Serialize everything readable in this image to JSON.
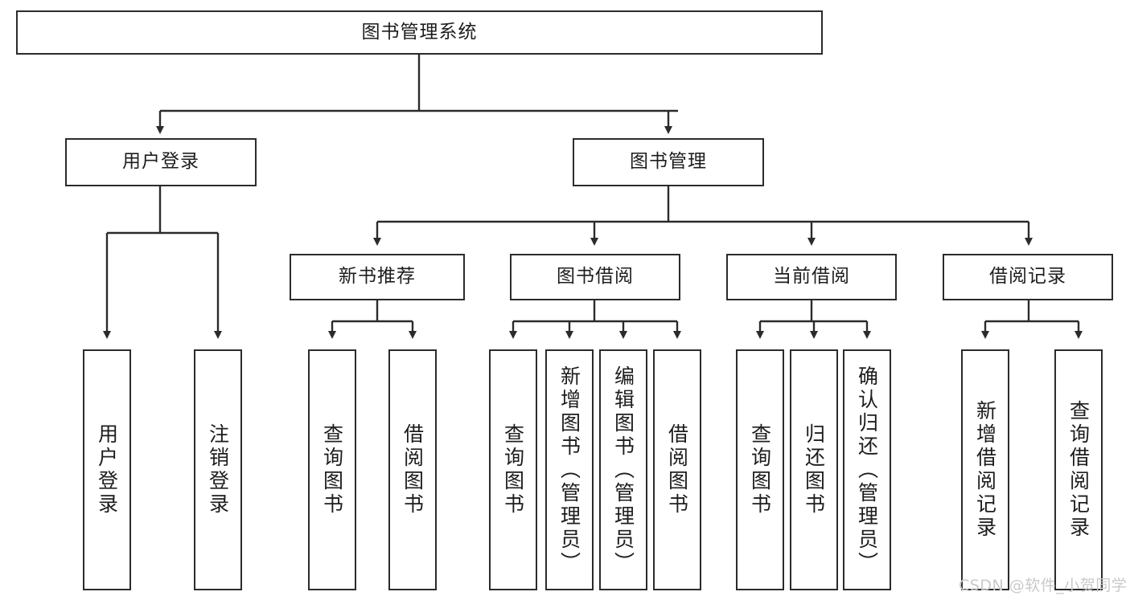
{
  "diagram": {
    "title": "图书管理系统",
    "type": "functional-structure-tree",
    "root": {
      "label": "图书管理系统"
    },
    "level2": [
      {
        "label": "用户登录"
      },
      {
        "label": "图书管理"
      }
    ],
    "level3": [
      {
        "label": "新书推荐"
      },
      {
        "label": "图书借阅"
      },
      {
        "label": "当前借阅"
      },
      {
        "label": "借阅记录"
      }
    ],
    "leaves": {
      "user_login": [
        {
          "label": "用户登录"
        },
        {
          "label": "注销登录"
        }
      ],
      "new_book_recommend": [
        {
          "label": "查询图书"
        },
        {
          "label": "借阅图书"
        }
      ],
      "book_borrow": [
        {
          "label": "查询图书"
        },
        {
          "label": "新增图书（管理员）"
        },
        {
          "label": "编辑图书（管理员）"
        },
        {
          "label": "借阅图书"
        }
      ],
      "current_borrow": [
        {
          "label": "查询图书"
        },
        {
          "label": "归还图书"
        },
        {
          "label": "确认归还（管理员）"
        }
      ],
      "borrow_record": [
        {
          "label": "新增借阅记录"
        },
        {
          "label": "查询借阅记录"
        }
      ]
    }
  },
  "watermark": {
    "text": "CSDN @软件_小贺同学"
  },
  "colors": {
    "stroke": "#2b2b2b",
    "fill": "#ffffff",
    "text": "#1d1d1d",
    "watermark": "#c9c9c9"
  }
}
